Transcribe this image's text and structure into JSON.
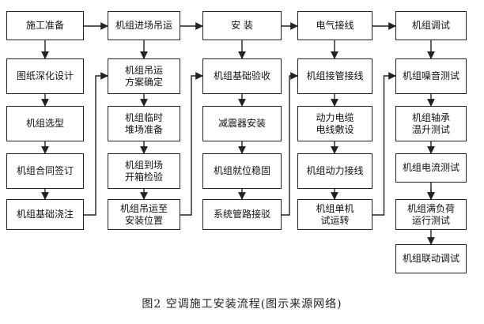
{
  "diagram": {
    "columns": [
      {
        "header": "施工准备",
        "steps": [
          "图纸深化设计",
          "机组选型",
          "机组合同签订",
          "机组基础浇注"
        ]
      },
      {
        "header": "机组进场吊运",
        "steps": [
          "机组吊运\n方案确定",
          "机组临时\n堆场准备",
          "机组到场\n开箱检验",
          "机组吊运至\n安装位置"
        ]
      },
      {
        "header": "安  装",
        "steps": [
          "机组基础验收",
          "减震器安装",
          "机组就位稳固",
          "系统管路接驳"
        ]
      },
      {
        "header": "电气接线",
        "steps": [
          "机组接管接线",
          "动力电缆\n电线敷设",
          "机组动力接线",
          "机组单机\n试运转"
        ]
      },
      {
        "header": "机组调试",
        "steps": [
          "机组噪音测试",
          "机组轴承\n温升测试",
          "机组电流测试",
          "机组满负荷\n运行测试",
          "机组联动调试"
        ]
      }
    ]
  },
  "caption": "图2   空调施工安装流程(图示来源网络)"
}
